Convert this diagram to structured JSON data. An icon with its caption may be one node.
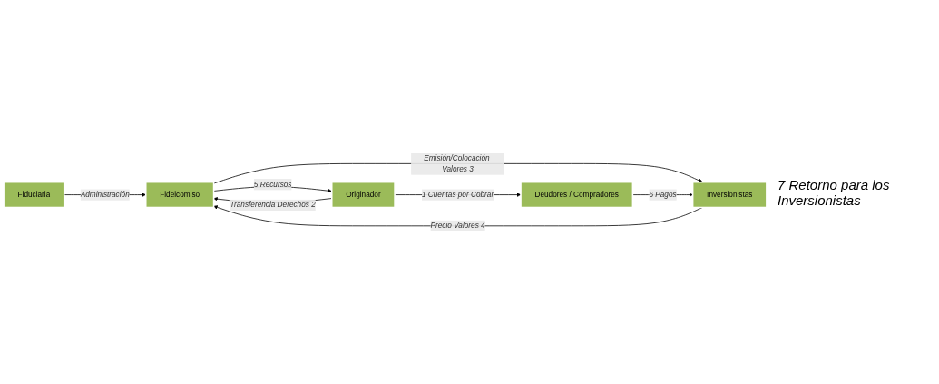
{
  "diagram": {
    "nodes": [
      {
        "text": [
          "Fiduciaria"
        ]
      },
      {
        "text": [
          "Fideicomiso"
        ]
      },
      {
        "text": [
          "Originador"
        ]
      },
      {
        "text": [
          "Inversionistas"
        ]
      },
      {
        "text": [
          "Deudores / Compradores"
        ]
      }
    ],
    "edges": [
      {
        "from": 0,
        "to": 1,
        "arrow": "to",
        "label": "Administración"
      },
      {
        "from": 2,
        "to": 1,
        "arrow": "to",
        "label": "Transferencia Derechos 2"
      },
      {
        "from": 1,
        "to": 2,
        "arrow": "to",
        "label": "5 Recursos"
      },
      {
        "from": 1,
        "to": 3,
        "arrow": "to",
        "label": "Emisión/Colocación Valores 3"
      },
      {
        "from": 3,
        "to": 1,
        "arrow": "to",
        "label": "Precio Valores 4"
      },
      {
        "from": 2,
        "to": 4,
        "arrow": "to",
        "label": "1 Cuentas por Cobrar"
      },
      {
        "from": 4,
        "to": 3,
        "arrow": "to",
        "label": "6 Pagos"
      }
    ],
    "labels": [
      "7 Retorno para los Inversionistas"
    ]
  }
}
